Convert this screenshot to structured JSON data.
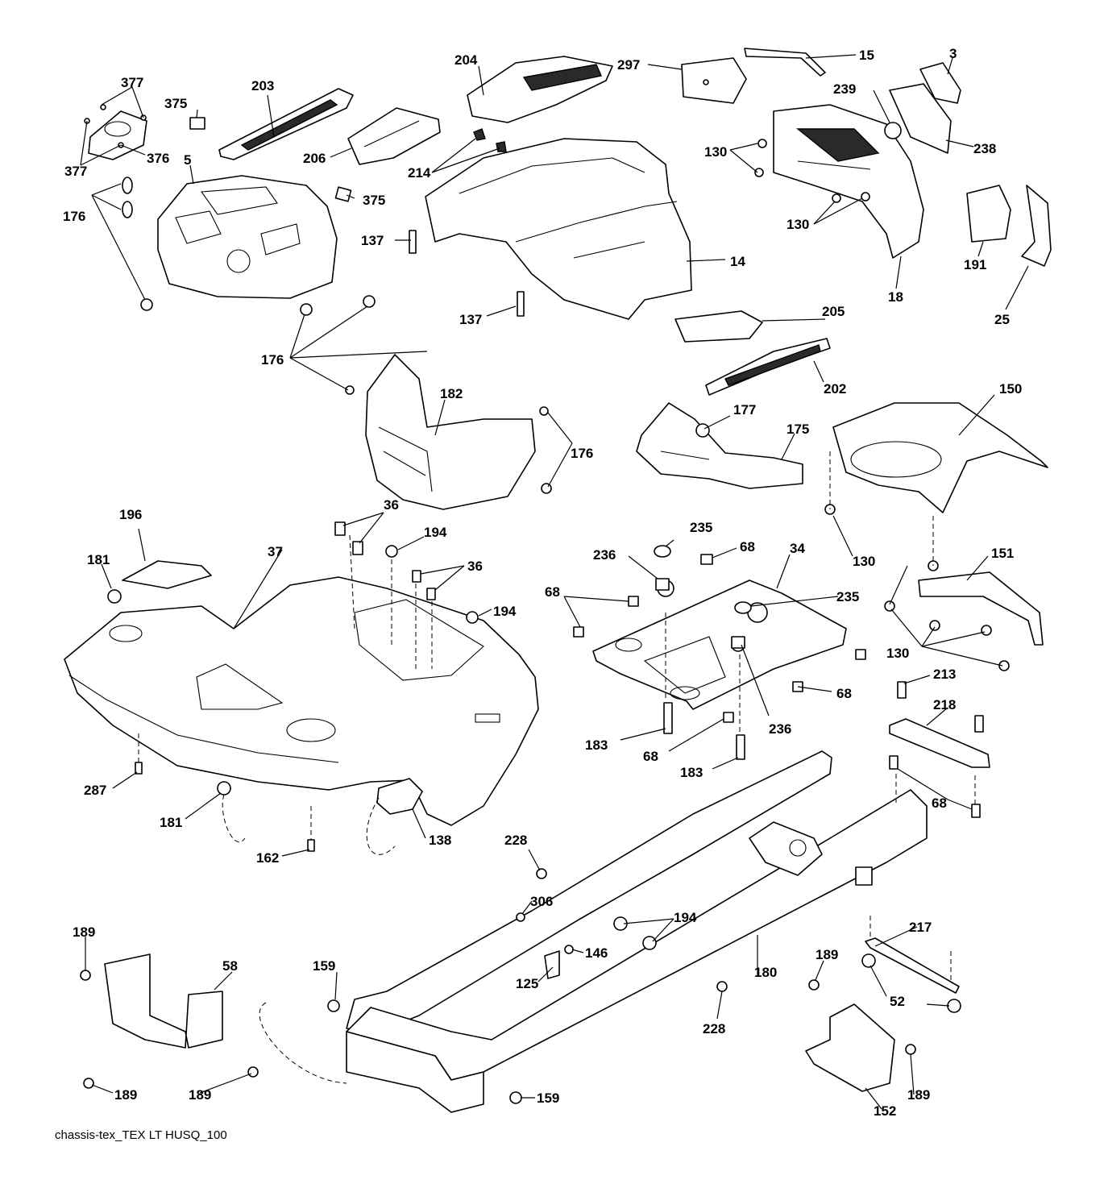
{
  "diagram_ref": "chassis-tex_TEX LT HUSQ_100",
  "callouts": {
    "c3": "3",
    "c5": "5",
    "c14": "14",
    "c15": "15",
    "c18": "18",
    "c25": "25",
    "c34": "34",
    "c36a": "36",
    "c36b": "36",
    "c37": "37",
    "c52": "52",
    "c58": "58",
    "c68a": "68",
    "c68b": "68",
    "c68c": "68",
    "c68d": "68",
    "c68e": "68",
    "c125": "125",
    "c130a": "130",
    "c130b": "130",
    "c130c": "130",
    "c130d": "130",
    "c137a": "137",
    "c137b": "137",
    "c138": "138",
    "c146": "146",
    "c150": "150",
    "c151": "151",
    "c152": "152",
    "c159a": "159",
    "c159b": "159",
    "c162": "162",
    "c175": "175",
    "c176a": "176",
    "c176b": "176",
    "c176c": "176",
    "c177": "177",
    "c180": "180",
    "c181a": "181",
    "c181b": "181",
    "c182": "182",
    "c183a": "183",
    "c183b": "183",
    "c189a": "189",
    "c189b": "189",
    "c189c": "189",
    "c189d": "189",
    "c189e": "189",
    "c191": "191",
    "c194a": "194",
    "c194b": "194",
    "c194c": "194",
    "c196": "196",
    "c202": "202",
    "c203": "203",
    "c204": "204",
    "c205": "205",
    "c206": "206",
    "c213": "213",
    "c214": "214",
    "c217": "217",
    "c218": "218",
    "c228a": "228",
    "c228b": "228",
    "c235a": "235",
    "c235b": "235",
    "c236a": "236",
    "c236b": "236",
    "c238": "238",
    "c239": "239",
    "c287": "287",
    "c297": "297",
    "c306": "306",
    "c375a": "375",
    "c375b": "375",
    "c376": "376",
    "c377a": "377",
    "c377b": "377"
  }
}
